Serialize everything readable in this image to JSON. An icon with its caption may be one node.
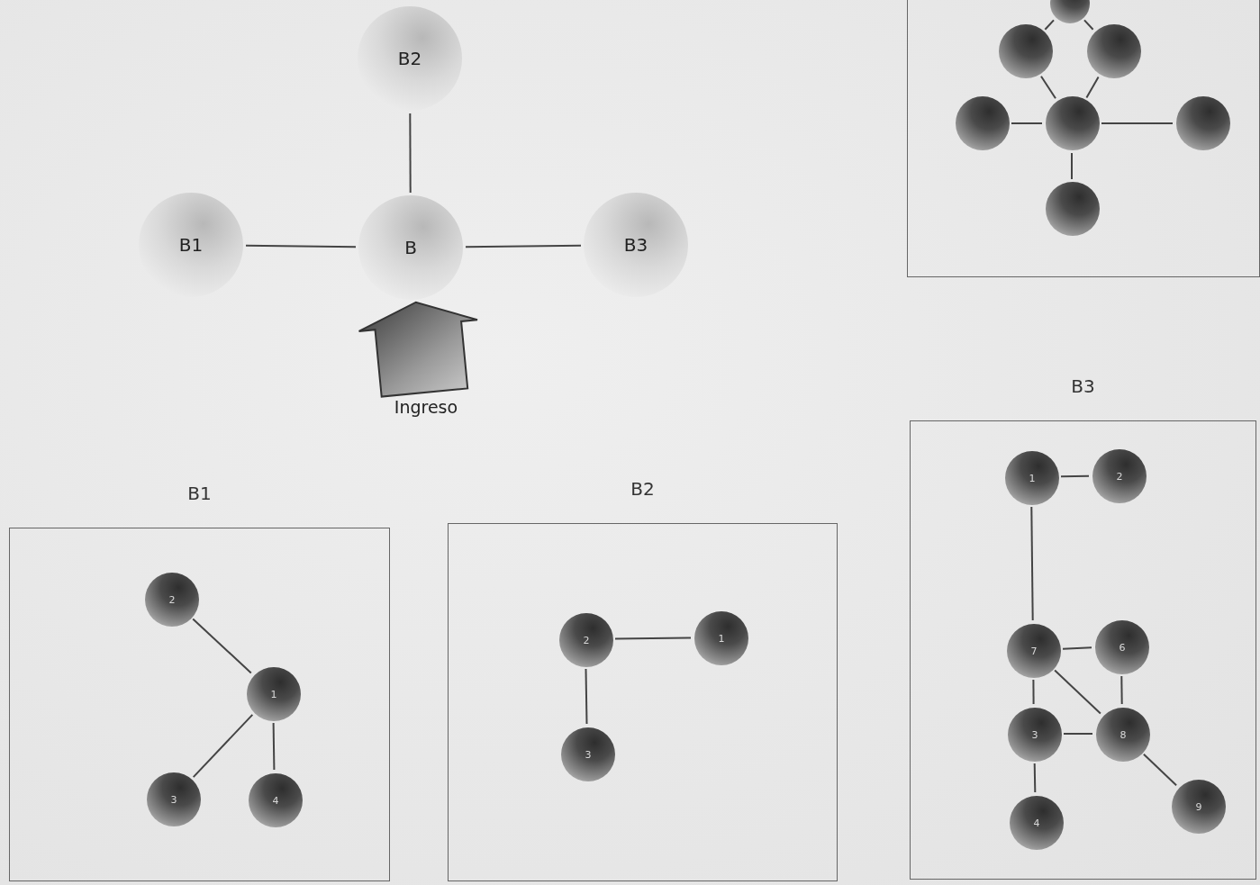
{
  "diagram": {
    "nodes": [
      {
        "text": [
          "B2"
        ]
      },
      {
        "text": [
          "B1"
        ]
      },
      {
        "text": [
          "B"
        ]
      },
      {
        "text": [
          "B3"
        ]
      },
      {
        "text": [
          "Ingreso"
        ]
      },
      {
        "text": [],
        "shape": "box"
      },
      {
        "text": [],
        "shape": "circle",
        "in": 5
      },
      {
        "text": [],
        "shape": "circle",
        "in": 5
      },
      {
        "text": [],
        "shape": "circle",
        "in": 5
      },
      {
        "text": [],
        "shape": "circle",
        "in": 5
      },
      {
        "text": [],
        "shape": "circle",
        "in": 5
      },
      {
        "text": [],
        "shape": "circle",
        "in": 5
      },
      {
        "text": [],
        "shape": "circle",
        "in": 5
      },
      {
        "text": [
          "B1"
        ]
      },
      {
        "text": [
          "2"
        ],
        "in": 13
      },
      {
        "text": [
          "1"
        ],
        "in": 13
      },
      {
        "text": [
          "3"
        ],
        "in": 13
      },
      {
        "text": [
          "4"
        ],
        "in": 13
      },
      {
        "text": [
          "B2"
        ]
      },
      {
        "text": [
          "2"
        ],
        "in": 18
      },
      {
        "text": [
          "1"
        ],
        "in": 18
      },
      {
        "text": [
          "3"
        ],
        "in": 18
      },
      {
        "text": [
          "B3"
        ]
      },
      {
        "text": [
          "1"
        ],
        "in": 22
      },
      {
        "text": [
          "2"
        ],
        "in": 22
      },
      {
        "text": [
          "7"
        ],
        "in": 22
      },
      {
        "text": [
          "6"
        ],
        "in": 22
      },
      {
        "text": [
          "3"
        ],
        "in": 22
      },
      {
        "text": [
          "8"
        ],
        "in": 22
      },
      {
        "text": [
          "4"
        ],
        "in": 22
      },
      {
        "text": [
          "9"
        ],
        "in": 22
      }
    ],
    "edges": [
      {
        "from": 2,
        "to": 0,
        "arrow": "none"
      },
      {
        "from": 1,
        "to": 2,
        "arrow": "none"
      },
      {
        "from": 2,
        "to": 3,
        "arrow": "none"
      },
      {
        "from": 4,
        "to": 2,
        "arrow": "to",
        "style": "thick"
      },
      {
        "from": 6,
        "to": 7,
        "arrow": "none"
      },
      {
        "from": 6,
        "to": 8,
        "arrow": "none"
      },
      {
        "from": 7,
        "to": 10,
        "arrow": "none"
      },
      {
        "from": 8,
        "to": 10,
        "arrow": "none"
      },
      {
        "from": 9,
        "to": 10,
        "arrow": "none"
      },
      {
        "from": 10,
        "to": 11,
        "arrow": "none"
      },
      {
        "from": 10,
        "to": 12,
        "arrow": "none"
      },
      {
        "from": 14,
        "to": 15,
        "arrow": "none"
      },
      {
        "from": 15,
        "to": 16,
        "arrow": "none"
      },
      {
        "from": 15,
        "to": 17,
        "arrow": "none"
      },
      {
        "from": 19,
        "to": 20,
        "arrow": "none"
      },
      {
        "from": 19,
        "to": 21,
        "arrow": "none"
      },
      {
        "from": 23,
        "to": 24,
        "arrow": "none"
      },
      {
        "from": 23,
        "to": 25,
        "arrow": "none"
      },
      {
        "from": 25,
        "to": 26,
        "arrow": "none"
      },
      {
        "from": 25,
        "to": 27,
        "arrow": "none"
      },
      {
        "from": 25,
        "to": 28,
        "arrow": "none"
      },
      {
        "from": 26,
        "to": 28,
        "arrow": "none"
      },
      {
        "from": 27,
        "to": 28,
        "arrow": "none"
      },
      {
        "from": 27,
        "to": 29,
        "arrow": "none"
      },
      {
        "from": 28,
        "to": 30,
        "arrow": "none"
      }
    ]
  }
}
